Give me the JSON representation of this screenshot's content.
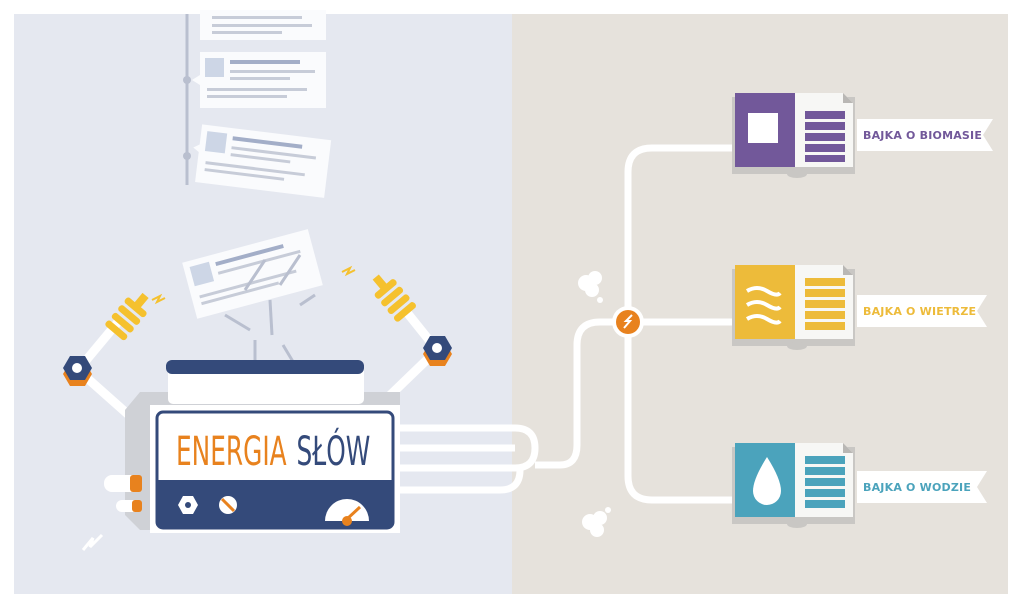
{
  "machine": {
    "title_part1": "ENERGIA",
    "title_part2": "SŁÓW",
    "title_part1_color": "#e8821e",
    "title_part2_color": "#344a7a"
  },
  "books": [
    {
      "label": "BAJKA O BIOMASIE",
      "color": "#72589a",
      "icon": "square-icon"
    },
    {
      "label": "BAJKA O WIETRZE",
      "color": "#edbb3a",
      "icon": "wind-icon"
    },
    {
      "label": "BAJKA O WODZIE",
      "color": "#4ba3bc",
      "icon": "water-drop-icon"
    }
  ],
  "colors": {
    "left_bg": "#e5e8f0",
    "right_bg": "#e6e2dc",
    "navy": "#344a7a",
    "orange": "#e8821e",
    "yellow": "#f5c12e"
  }
}
